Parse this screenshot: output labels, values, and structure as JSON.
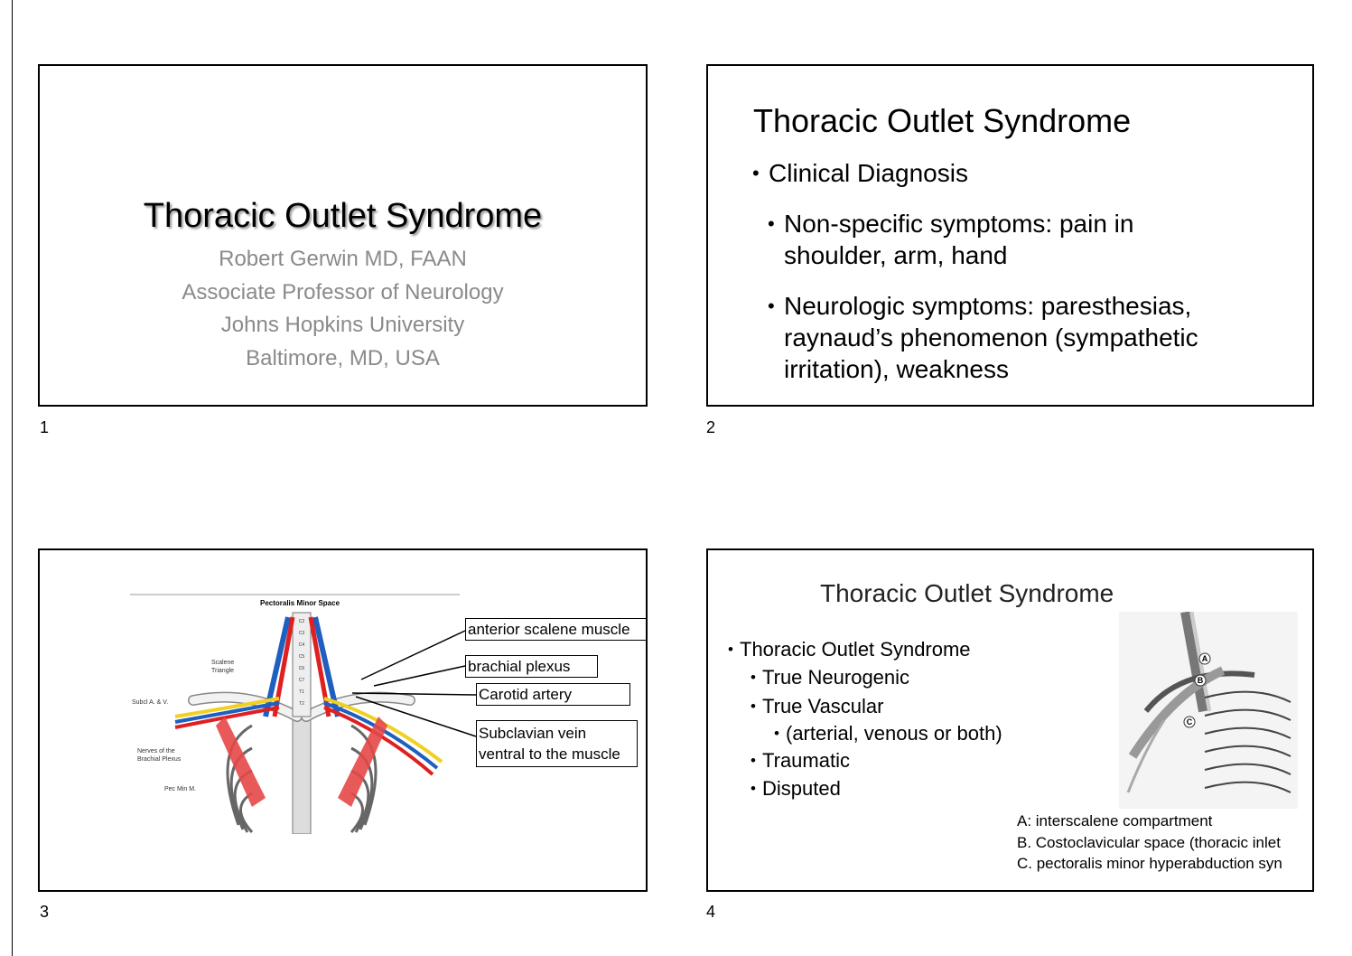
{
  "slide1": {
    "title": "Thoracic Outlet Syndrome",
    "author": "Robert Gerwin MD, FAAN",
    "position": "Associate Professor of Neurology",
    "institution": "Johns Hopkins University",
    "location": "Baltimore, MD, USA",
    "number": "1"
  },
  "slide2": {
    "title": "Thoracic Outlet Syndrome",
    "bullet1": "Clinical Diagnosis",
    "sub1_line1": "Non-specific symptoms: pain in",
    "sub1_line2": "shoulder, arm, hand",
    "sub2_line1": "Neurologic symptoms: paresthesias,",
    "sub2_line2": "raynaud’s phenomenon (sympathetic",
    "sub2_line3": "irritation), weakness",
    "number": "2"
  },
  "slide3": {
    "figure_title": "Pectoralis Minor Space",
    "fig_labels": {
      "scalene_triangle": [
        "Scalene",
        "Triangle"
      ],
      "subcl": "Subcl A. & V.",
      "nerves": [
        "Nerves of the",
        "Brachial Plexus"
      ],
      "pec_min": "Pec Min M.",
      "vertebrae": [
        "C2",
        "C3",
        "C4",
        "C5",
        "C6",
        "C7",
        "T1",
        "T2"
      ]
    },
    "label1": "anterior scalene muscle",
    "label2": "brachial plexus",
    "label3": "Carotid artery",
    "label4_line1": "Subclavian vein",
    "label4_line2": "ventral to the muscle",
    "number": "3"
  },
  "slide4": {
    "title": "Thoracic Outlet Syndrome",
    "b1": "Thoracic Outlet Syndrome",
    "b2": "True Neurogenic",
    "b3": "True Vascular",
    "b4": "(arterial, venous or both)",
    "b5": "Traumatic",
    "b6": "Disputed",
    "cap1": "A: interscalene compartment",
    "cap2": "B. Costoclavicular space (thoracic inlet",
    "cap3": "C. pectoralis minor hyperabduction syn",
    "fig_marks": [
      "A",
      "B",
      "C"
    ],
    "number": "4"
  }
}
